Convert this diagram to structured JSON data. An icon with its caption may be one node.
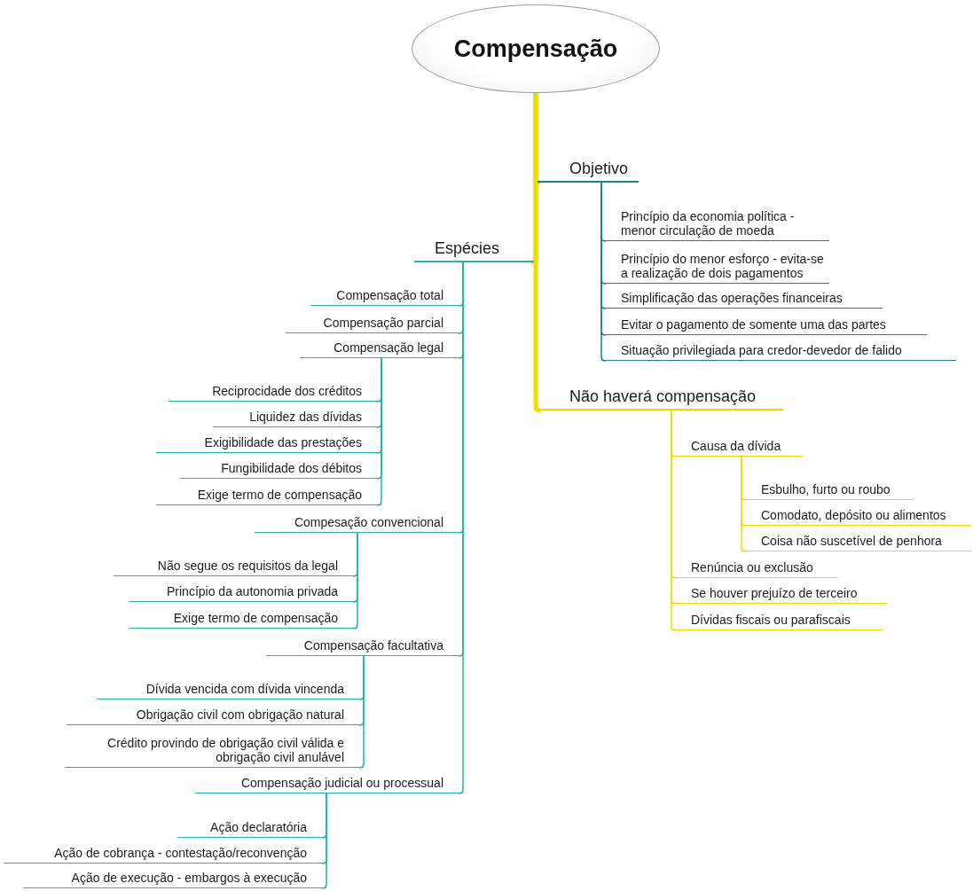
{
  "diagram": {
    "nodes": [
      {
        "text": [
          "Compensação"
        ]
      },
      {
        "text": [
          "Objetivo"
        ]
      },
      {
        "text": [
          "Princípio da economia política - menor circulação de moeda"
        ]
      },
      {
        "text": [
          "Princípio do menor esforço - evita-se a realização de dois pagamentos"
        ]
      },
      {
        "text": [
          "Simplificação das operações financeiras"
        ]
      },
      {
        "text": [
          "Evitar o pagamento de somente uma das partes"
        ]
      },
      {
        "text": [
          "Situação privilegiada para credor-devedor de falido"
        ]
      },
      {
        "text": [
          "Espécies"
        ]
      },
      {
        "text": [
          "Compensação total"
        ]
      },
      {
        "text": [
          "Compensação parcial"
        ]
      },
      {
        "text": [
          "Compensação legal"
        ]
      },
      {
        "text": [
          "Reciprocidade dos créditos"
        ]
      },
      {
        "text": [
          "Liquidez das dívidas"
        ]
      },
      {
        "text": [
          "Exigibilidade das prestações"
        ]
      },
      {
        "text": [
          "Fungibilidade dos débitos"
        ]
      },
      {
        "text": [
          "Exige termo de compensação"
        ]
      },
      {
        "text": [
          "Compesação convencional"
        ]
      },
      {
        "text": [
          "Não segue os requisitos da legal"
        ]
      },
      {
        "text": [
          "Princípio da autonomia privada"
        ]
      },
      {
        "text": [
          "Exige termo de compensação"
        ]
      },
      {
        "text": [
          "Compensação facultativa"
        ]
      },
      {
        "text": [
          "Dívida vencida com dívida vincenda"
        ]
      },
      {
        "text": [
          "Obrigação civil com obrigação natural"
        ]
      },
      {
        "text": [
          "Crédito provindo de obrigação civil válida e obrigação civil anulável"
        ]
      },
      {
        "text": [
          "Compensação judicial ou processual"
        ]
      },
      {
        "text": [
          "Ação declaratória"
        ]
      },
      {
        "text": [
          "Ação de cobrança - contestação/reconvenção"
        ]
      },
      {
        "text": [
          "Ação de execução - embargos à execução"
        ]
      },
      {
        "text": [
          "Não haverá compensação"
        ]
      },
      {
        "text": [
          "Causa da dívida"
        ]
      },
      {
        "text": [
          "Esbulho, furto ou roubo"
        ]
      },
      {
        "text": [
          "Comodato, depósito ou alimentos"
        ]
      },
      {
        "text": [
          "Coisa não suscetível de penhora"
        ]
      },
      {
        "text": [
          "Renúncia ou exclusão"
        ]
      },
      {
        "text": [
          "Se houver prejuízo de terceiro"
        ]
      },
      {
        "text": [
          "Dívidas fiscais ou parafiscais"
        ]
      }
    ],
    "edges": [
      {
        "from": 0,
        "to": 1,
        "arrow": "none",
        "style": "thick",
        "color": "#f2dc00"
      },
      {
        "from": 1,
        "to": 2,
        "arrow": "none",
        "color": "#1f7f93"
      },
      {
        "from": 1,
        "to": 3,
        "arrow": "none",
        "color": "#1f7f93"
      },
      {
        "from": 1,
        "to": 4,
        "arrow": "none",
        "color": "#1f7f93"
      },
      {
        "from": 1,
        "to": 5,
        "arrow": "none",
        "color": "#1f7f93"
      },
      {
        "from": 1,
        "to": 6,
        "arrow": "none",
        "color": "#1f7f93"
      },
      {
        "from": 0,
        "to": 7,
        "arrow": "none",
        "style": "thick",
        "color": "#f2dc00"
      },
      {
        "from": 7,
        "to": 8,
        "arrow": "none"
      },
      {
        "from": 7,
        "to": 9,
        "arrow": "none"
      },
      {
        "from": 7,
        "to": 10,
        "arrow": "none"
      },
      {
        "from": 10,
        "to": 11,
        "arrow": "none"
      },
      {
        "from": 10,
        "to": 12,
        "arrow": "none"
      },
      {
        "from": 10,
        "to": 13,
        "arrow": "none"
      },
      {
        "from": 10,
        "to": 14,
        "arrow": "none"
      },
      {
        "from": 10,
        "to": 15,
        "arrow": "none"
      },
      {
        "from": 7,
        "to": 16,
        "arrow": "none"
      },
      {
        "from": 16,
        "to": 17,
        "arrow": "none"
      },
      {
        "from": 16,
        "to": 18,
        "arrow": "none"
      },
      {
        "from": 16,
        "to": 19,
        "arrow": "none"
      },
      {
        "from": 7,
        "to": 20,
        "arrow": "none"
      },
      {
        "from": 20,
        "to": 21,
        "arrow": "none"
      },
      {
        "from": 20,
        "to": 22,
        "arrow": "none"
      },
      {
        "from": 20,
        "to": 23,
        "arrow": "none"
      },
      {
        "from": 7,
        "to": 24,
        "arrow": "none"
      },
      {
        "from": 24,
        "to": 25,
        "arrow": "none"
      },
      {
        "from": 24,
        "to": 26,
        "arrow": "none"
      },
      {
        "from": 24,
        "to": 27,
        "arrow": "none"
      },
      {
        "from": 0,
        "to": 28,
        "arrow": "none",
        "style": "thick",
        "color": "#f2dc00"
      },
      {
        "from": 28,
        "to": 29,
        "arrow": "none",
        "color": "#f2dc00"
      },
      {
        "from": 29,
        "to": 30,
        "arrow": "none",
        "color": "#f2dc00"
      },
      {
        "from": 29,
        "to": 31,
        "arrow": "none",
        "color": "#f2dc00"
      },
      {
        "from": 29,
        "to": 32,
        "arrow": "none",
        "color": "#f2dc00"
      },
      {
        "from": 28,
        "to": 33,
        "arrow": "none",
        "color": "#f2dc00"
      },
      {
        "from": 28,
        "to": 34,
        "arrow": "none",
        "color": "#f2dc00"
      },
      {
        "from": 28,
        "to": 35,
        "arrow": "none",
        "color": "#f2dc00"
      }
    ]
  }
}
